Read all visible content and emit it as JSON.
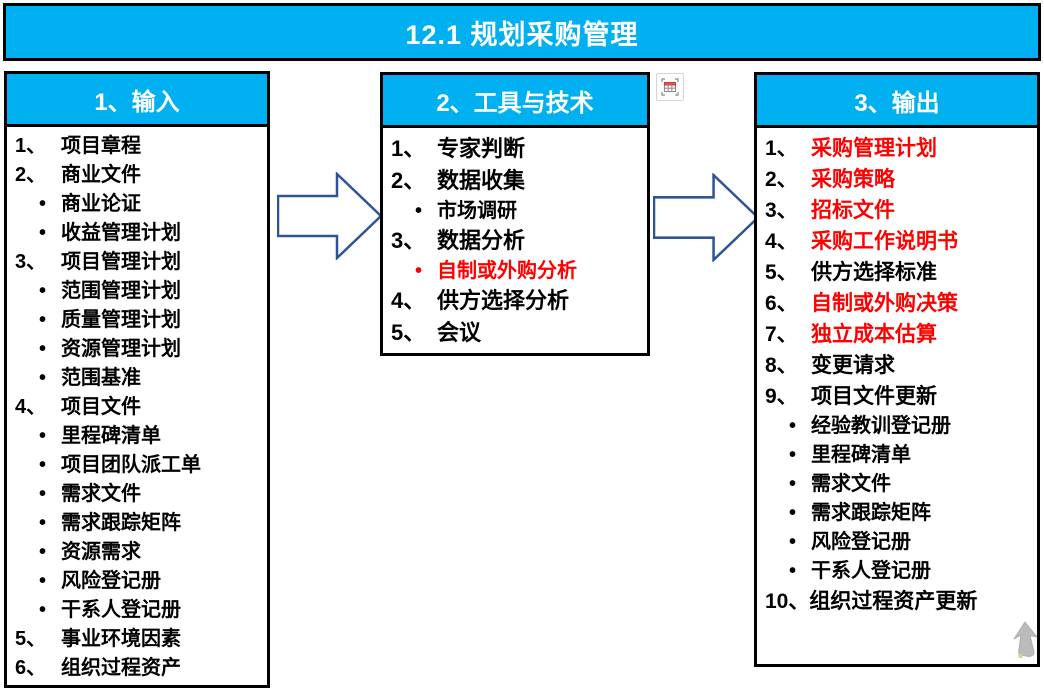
{
  "title": "12.1  规划采购管理",
  "colors": {
    "header_bg": "#00B0F0",
    "highlight_red": "#FF0000",
    "arrow_stroke": "#2F5496",
    "border": "#000000"
  },
  "columns": [
    {
      "header": "1、输入",
      "items": [
        {
          "n": "1、",
          "t": "项目章程"
        },
        {
          "n": "2、",
          "t": "商业文件"
        },
        {
          "n": "•",
          "t": "商业论证",
          "sub": true
        },
        {
          "n": "•",
          "t": "收益管理计划",
          "sub": true
        },
        {
          "n": "3、",
          "t": "项目管理计划"
        },
        {
          "n": "•",
          "t": "范围管理计划",
          "sub": true
        },
        {
          "n": "•",
          "t": "质量管理计划",
          "sub": true
        },
        {
          "n": "•",
          "t": "资源管理计划",
          "sub": true
        },
        {
          "n": "•",
          "t": "范围基准",
          "sub": true
        },
        {
          "n": "4、",
          "t": "项目文件"
        },
        {
          "n": "•",
          "t": "里程碑清单",
          "sub": true
        },
        {
          "n": "•",
          "t": "项目团队派工单",
          "sub": true
        },
        {
          "n": "•",
          "t": "需求文件",
          "sub": true
        },
        {
          "n": "•",
          "t": "需求跟踪矩阵",
          "sub": true
        },
        {
          "n": "•",
          "t": "资源需求",
          "sub": true
        },
        {
          "n": "•",
          "t": "风险登记册",
          "sub": true
        },
        {
          "n": "•",
          "t": "干系人登记册",
          "sub": true
        },
        {
          "n": "5、",
          "t": "事业环境因素"
        },
        {
          "n": "6、",
          "t": "组织过程资产"
        }
      ]
    },
    {
      "header": "2、工具与技术",
      "items": [
        {
          "n": "1、",
          "t": "专家判断"
        },
        {
          "n": "2、",
          "t": "数据收集"
        },
        {
          "n": "•",
          "t": "市场调研",
          "sub": true
        },
        {
          "n": "3、",
          "t": "数据分析"
        },
        {
          "n": "•",
          "t": "自制或外购分析",
          "sub": true,
          "red": true,
          "red_bullet": true
        },
        {
          "n": "4、",
          "t": "供方选择分析"
        },
        {
          "n": "5、",
          "t": "会议"
        }
      ]
    },
    {
      "header": "3、输出",
      "items": [
        {
          "n": "1、",
          "t": "采购管理计划",
          "red": true
        },
        {
          "n": "2、",
          "t": "采购策略",
          "red": true
        },
        {
          "n": "3、",
          "t": "招标文件",
          "red": true
        },
        {
          "n": "4、",
          "t": "采购工作说明书",
          "red": true
        },
        {
          "n": "5、",
          "t": "供方选择标准"
        },
        {
          "n": "6、",
          "t": "自制或外购决策",
          "red": true
        },
        {
          "n": "7、",
          "t": "独立成本估算",
          "red": true
        },
        {
          "n": "8、",
          "t": "变更请求"
        },
        {
          "n": "9、",
          "t": "项目文件更新"
        },
        {
          "n": "•",
          "t": "经验教训登记册",
          "sub": true
        },
        {
          "n": "•",
          "t": "里程碑清单",
          "sub": true
        },
        {
          "n": "•",
          "t": "需求文件",
          "sub": true
        },
        {
          "n": "•",
          "t": "需求跟踪矩阵",
          "sub": true
        },
        {
          "n": "•",
          "t": "风险登记册",
          "sub": true
        },
        {
          "n": "•",
          "t": "干系人登记册",
          "sub": true
        },
        {
          "n": "10、",
          "t": "组织过程资产更新",
          "wrap": true
        }
      ]
    }
  ]
}
